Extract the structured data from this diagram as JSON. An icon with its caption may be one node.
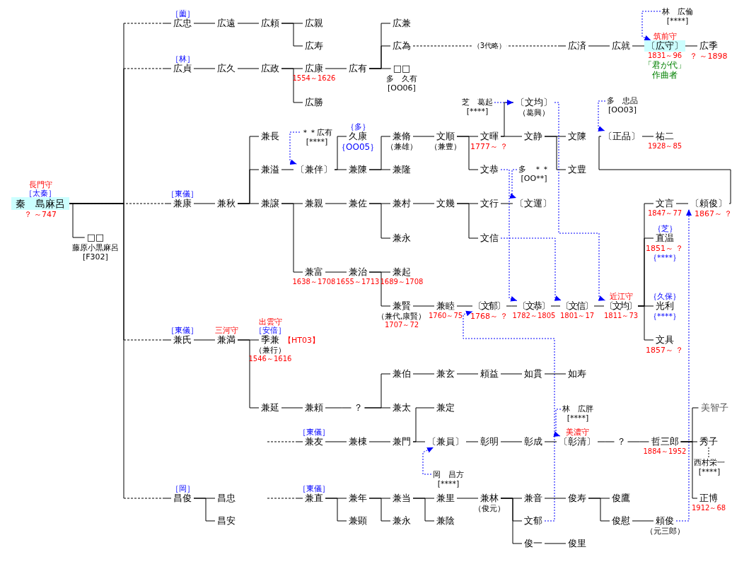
{
  "diagram": {
    "nodes": [
      {
        "text": [
          "秦　島麻呂"
        ],
        "beside": [
          "長門守",
          "［太秦］",
          "？ ～747"
        ]
      },
      {
        "text": [
          "□□"
        ],
        "beside": [
          "藤原小黒麻呂",
          "[F302]"
        ]
      },
      {
        "text": [
          "広忠"
        ],
        "beside": [
          "［薗］"
        ]
      },
      {
        "text": [
          "広遠"
        ]
      },
      {
        "text": [
          "広頼"
        ]
      },
      {
        "text": [
          "広親"
        ]
      },
      {
        "text": [
          "広寿"
        ]
      },
      {
        "text": [
          "広貞"
        ],
        "beside": [
          "［林］"
        ]
      },
      {
        "text": [
          "広久"
        ]
      },
      {
        "text": [
          "広政"
        ]
      },
      {
        "text": [
          "広康"
        ],
        "beside": [
          "1554～1626"
        ]
      },
      {
        "text": [
          "広勝"
        ]
      },
      {
        "text": [
          "広有"
        ]
      },
      {
        "text": [
          "広兼"
        ]
      },
      {
        "text": [
          "広為"
        ]
      },
      {
        "text": [
          "□□"
        ],
        "beside": [
          "多　久有",
          "[OO06]"
        ]
      },
      {
        "text": [
          "広済"
        ]
      },
      {
        "text": [
          "広就"
        ]
      },
      {
        "text": [
          "林　広倫",
          "[****]"
        ]
      },
      {
        "text": [
          "〔広守〕"
        ],
        "beside": [
          "筑前守",
          "1831～96",
          "「君が代」作曲者"
        ]
      },
      {
        "text": [
          "広季"
        ],
        "beside": [
          "？ ～1898"
        ]
      },
      {
        "text": [
          "兼康"
        ],
        "beside": [
          "［東儀］"
        ]
      },
      {
        "text": [
          "兼秋"
        ]
      },
      {
        "text": [
          "兼長"
        ]
      },
      {
        "text": [
          "兼溢"
        ]
      },
      {
        "text": [
          "兼譲"
        ]
      },
      {
        "text": [
          "＊＊広有",
          "[****]"
        ]
      },
      {
        "text": [
          "〔兼伴〕"
        ]
      },
      {
        "text": [
          "久康"
        ],
        "beside": [
          "｛多｝",
          "｛OO05｝"
        ]
      },
      {
        "text": [
          "兼陳"
        ]
      },
      {
        "text": [
          "兼脩"
        ],
        "beside": [
          "（兼雄）"
        ]
      },
      {
        "text": [
          "兼隆"
        ]
      },
      {
        "text": [
          "文順"
        ],
        "beside": [
          "（兼豊）"
        ]
      },
      {
        "text": [
          "文暉"
        ],
        "beside": [
          "1777～ ？"
        ]
      },
      {
        "text": [
          "文恭"
        ]
      },
      {
        "text": [
          "芝　葛起",
          "[****]"
        ]
      },
      {
        "text": [
          "〔文均〕"
        ],
        "beside": [
          "（葛興）"
        ]
      },
      {
        "text": [
          "文静"
        ]
      },
      {
        "text": [
          "文陳"
        ]
      },
      {
        "text": [
          "文豊"
        ]
      },
      {
        "text": [
          "多　忠品",
          "[OO03]"
        ]
      },
      {
        "text": [
          "〔正品〕"
        ]
      },
      {
        "text": [
          "祐二"
        ],
        "beside": [
          "1928～85"
        ]
      },
      {
        "text": [
          "多　＊＊",
          "[OO**]"
        ]
      },
      {
        "text": [
          "兼親"
        ]
      },
      {
        "text": [
          "兼佐"
        ]
      },
      {
        "text": [
          "兼村"
        ]
      },
      {
        "text": [
          "兼永"
        ]
      },
      {
        "text": [
          "文幾"
        ]
      },
      {
        "text": [
          "文行"
        ]
      },
      {
        "text": [
          "〔文運〕"
        ]
      },
      {
        "text": [
          "文信"
        ]
      },
      {
        "text": [
          "兼富"
        ],
        "beside": [
          "1638～1708"
        ]
      },
      {
        "text": [
          "兼治"
        ],
        "beside": [
          "1655～1713"
        ]
      },
      {
        "text": [
          "兼起"
        ],
        "beside": [
          "1689～1708"
        ]
      },
      {
        "text": [
          "兼賢"
        ],
        "beside": [
          "（兼代,康賢）",
          "1707～72"
        ]
      },
      {
        "text": [
          "兼睦"
        ],
        "beside": [
          "1760～75"
        ]
      },
      {
        "text": [
          "〔文郁〕"
        ],
        "beside": [
          "1768～ ？"
        ]
      },
      {
        "text": [
          "〔文恭〕"
        ],
        "beside": [
          "1782～1805"
        ]
      },
      {
        "text": [
          "〔文信〕"
        ],
        "beside": [
          "1801～17"
        ]
      },
      {
        "text": [
          "〔文均〕"
        ],
        "beside": [
          "近江守",
          "1811～73"
        ]
      },
      {
        "text": [
          "文言"
        ],
        "beside": [
          "1847～77"
        ]
      },
      {
        "text": [
          "〔頼俊〕"
        ],
        "beside": [
          "1867～ ？"
        ]
      },
      {
        "text": [
          "直温"
        ],
        "beside": [
          "｛芝｝",
          "1851～ ？",
          "｛****｝"
        ]
      },
      {
        "text": [
          "光利"
        ],
        "beside": [
          "｛久保｝",
          "｛****｝"
        ]
      },
      {
        "text": [
          "文具"
        ],
        "beside": [
          "1857～ ？"
        ]
      },
      {
        "text": [
          "兼氏"
        ],
        "beside": [
          "［東儀］"
        ]
      },
      {
        "text": [
          "兼満"
        ],
        "beside": [
          "三河守"
        ]
      },
      {
        "text": [
          "季兼"
        ],
        "beside": [
          "出雲守",
          "［安倍］",
          "【HT03】",
          "（兼行）",
          "1546～1616"
        ]
      },
      {
        "text": [
          "兼延"
        ]
      },
      {
        "text": [
          "兼頼"
        ]
      },
      {
        "text": [
          "？"
        ]
      },
      {
        "text": [
          "兼伯"
        ]
      },
      {
        "text": [
          "兼玄"
        ]
      },
      {
        "text": [
          "頼益"
        ]
      },
      {
        "text": [
          "如貫"
        ]
      },
      {
        "text": [
          "如寿"
        ]
      },
      {
        "text": [
          "兼太"
        ]
      },
      {
        "text": [
          "兼友"
        ],
        "beside": [
          "［東儀］"
        ]
      },
      {
        "text": [
          "兼棟"
        ]
      },
      {
        "text": [
          "兼門"
        ]
      },
      {
        "text": [
          "兼定"
        ]
      },
      {
        "text": [
          "〔兼員〕"
        ]
      },
      {
        "text": [
          "岡　昌方",
          "[****]"
        ]
      },
      {
        "text": [
          "彰明"
        ]
      },
      {
        "text": [
          "彰成"
        ]
      },
      {
        "text": [
          "林　広胖",
          "[****]"
        ]
      },
      {
        "text": [
          "〔彰清〕"
        ],
        "beside": [
          "美濃守"
        ]
      },
      {
        "text": [
          "？"
        ]
      },
      {
        "text": [
          "哲三郎"
        ],
        "beside": [
          "1884～1952"
        ]
      },
      {
        "text": [
          "美智子"
        ]
      },
      {
        "text": [
          "秀子"
        ]
      },
      {
        "text": [
          "西村栄一",
          "[****]"
        ]
      },
      {
        "text": [
          "正博"
        ],
        "beside": [
          "1912～68"
        ]
      },
      {
        "text": [
          "昌俊"
        ],
        "beside": [
          "［岡］"
        ]
      },
      {
        "text": [
          "昌忠"
        ]
      },
      {
        "text": [
          "昌安"
        ]
      },
      {
        "text": [
          "兼直"
        ],
        "beside": [
          "［東儀］"
        ]
      },
      {
        "text": [
          "兼年"
        ]
      },
      {
        "text": [
          "兼顕"
        ]
      },
      {
        "text": [
          "兼当"
        ]
      },
      {
        "text": [
          "兼永"
        ]
      },
      {
        "text": [
          "兼里"
        ]
      },
      {
        "text": [
          "兼陰"
        ]
      },
      {
        "text": [
          "兼林"
        ],
        "beside": [
          "（俊元）"
        ]
      },
      {
        "text": [
          "兼音"
        ]
      },
      {
        "text": [
          "文郁"
        ]
      },
      {
        "text": [
          "俊一"
        ]
      },
      {
        "text": [
          "俊寿"
        ]
      },
      {
        "text": [
          "俊里"
        ]
      },
      {
        "text": [
          "俊鷹"
        ]
      },
      {
        "text": [
          "俊慰"
        ]
      },
      {
        "text": [
          "頼俊"
        ],
        "beside": [
          "（元三郎）"
        ]
      }
    ],
    "edges": [
      {
        "from": 0,
        "to": 1,
        "arrow": "none"
      },
      {
        "from": 0,
        "to": 2,
        "arrow": "none",
        "style": "dashed"
      },
      {
        "from": 0,
        "to": 7,
        "arrow": "none",
        "style": "dashed"
      },
      {
        "from": 0,
        "to": 21,
        "arrow": "none",
        "style": "dashed"
      },
      {
        "from": 0,
        "to": 66,
        "arrow": "none",
        "style": "dashed"
      },
      {
        "from": 0,
        "to": 94,
        "arrow": "none",
        "style": "dashed"
      },
      {
        "from": 2,
        "to": 3,
        "arrow": "none"
      },
      {
        "from": 3,
        "to": 4,
        "arrow": "none"
      },
      {
        "from": 4,
        "to": 5,
        "arrow": "none"
      },
      {
        "from": 4,
        "to": 6,
        "arrow": "none"
      },
      {
        "from": 7,
        "to": 8,
        "arrow": "none"
      },
      {
        "from": 8,
        "to": 9,
        "arrow": "none"
      },
      {
        "from": 9,
        "to": 10,
        "arrow": "none"
      },
      {
        "from": 9,
        "to": 11,
        "arrow": "none"
      },
      {
        "from": 10,
        "to": 12,
        "arrow": "none"
      },
      {
        "from": 12,
        "to": 13,
        "arrow": "none"
      },
      {
        "from": 12,
        "to": 14,
        "arrow": "none"
      },
      {
        "from": 12,
        "to": 15,
        "arrow": "none"
      },
      {
        "from": 14,
        "to": 16,
        "arrow": "none",
        "style": "dashed",
        "label": "（3代略）"
      },
      {
        "from": 16,
        "to": 17,
        "arrow": "none"
      },
      {
        "from": 17,
        "to": 19,
        "arrow": "none"
      },
      {
        "from": 19,
        "to": 20,
        "arrow": "none"
      },
      {
        "from": 18,
        "to": 19,
        "arrow": "to",
        "style": "dashed",
        "color": "#0000ff"
      },
      {
        "from": 21,
        "to": 22,
        "arrow": "none"
      },
      {
        "from": 22,
        "to": 23,
        "arrow": "none"
      },
      {
        "from": 22,
        "to": 24,
        "arrow": "none"
      },
      {
        "from": 22,
        "to": 25,
        "arrow": "none"
      },
      {
        "from": 24,
        "to": 27,
        "arrow": "none"
      },
      {
        "from": 26,
        "to": 27,
        "arrow": "to",
        "style": "dashed",
        "color": "#0000ff"
      },
      {
        "from": 27,
        "to": 28,
        "arrow": "none"
      },
      {
        "from": 27,
        "to": 29,
        "arrow": "none"
      },
      {
        "from": 29,
        "to": 30,
        "arrow": "none"
      },
      {
        "from": 29,
        "to": 31,
        "arrow": "none"
      },
      {
        "from": 30,
        "to": 32,
        "arrow": "none"
      },
      {
        "from": 32,
        "to": 33,
        "arrow": "none"
      },
      {
        "from": 32,
        "to": 34,
        "arrow": "none"
      },
      {
        "from": 33,
        "to": 36,
        "arrow": "none"
      },
      {
        "from": 33,
        "to": 37,
        "arrow": "none"
      },
      {
        "from": 35,
        "to": 36,
        "arrow": "to",
        "style": "dashed",
        "color": "#0000ff"
      },
      {
        "from": 37,
        "to": 38,
        "arrow": "none"
      },
      {
        "from": 37,
        "to": 39,
        "arrow": "none"
      },
      {
        "from": 40,
        "to": 41,
        "arrow": "to",
        "style": "dashed",
        "color": "#0000ff"
      },
      {
        "from": 41,
        "to": 42,
        "arrow": "none"
      },
      {
        "from": 62,
        "to": 41,
        "arrow": "none"
      },
      {
        "from": 25,
        "to": 44,
        "arrow": "none"
      },
      {
        "from": 25,
        "to": 52,
        "arrow": "none"
      },
      {
        "from": 44,
        "to": 45,
        "arrow": "none"
      },
      {
        "from": 45,
        "to": 46,
        "arrow": "none"
      },
      {
        "from": 45,
        "to": 47,
        "arrow": "none"
      },
      {
        "from": 46,
        "to": 48,
        "arrow": "none"
      },
      {
        "from": 48,
        "to": 49,
        "arrow": "none"
      },
      {
        "from": 48,
        "to": 51,
        "arrow": "none"
      },
      {
        "from": 49,
        "to": 50,
        "arrow": "none"
      },
      {
        "from": 43,
        "to": 50,
        "arrow": "to",
        "style": "dashed",
        "color": "#0000ff"
      },
      {
        "from": 52,
        "to": 53,
        "arrow": "none"
      },
      {
        "from": 53,
        "to": 54,
        "arrow": "none"
      },
      {
        "from": 53,
        "to": 55,
        "arrow": "none"
      },
      {
        "from": 55,
        "to": 56,
        "arrow": "none"
      },
      {
        "from": 56,
        "to": 57,
        "arrow": "none"
      },
      {
        "from": 57,
        "to": 58,
        "arrow": "none"
      },
      {
        "from": 58,
        "to": 59,
        "arrow": "none"
      },
      {
        "from": 59,
        "to": 60,
        "arrow": "none"
      },
      {
        "from": 60,
        "to": 61,
        "arrow": "none"
      },
      {
        "from": 60,
        "to": 63,
        "arrow": "none"
      },
      {
        "from": 60,
        "to": 64,
        "arrow": "none"
      },
      {
        "from": 60,
        "to": 65,
        "arrow": "none"
      },
      {
        "from": 61,
        "to": 62,
        "arrow": "none"
      },
      {
        "from": 34,
        "to": 58,
        "arrow": "to",
        "style": "dashed",
        "color": "#0000ff"
      },
      {
        "from": 51,
        "to": 59,
        "arrow": "to",
        "style": "dashed",
        "color": "#0000ff"
      },
      {
        "from": 36,
        "to": 60,
        "arrow": "to",
        "style": "dashed",
        "color": "#0000ff"
      },
      {
        "from": 106,
        "to": 57,
        "arrow": "to",
        "style": "dashed",
        "color": "#0000ff"
      },
      {
        "from": 112,
        "to": 62,
        "arrow": "to",
        "style": "dashed",
        "color": "#0000ff"
      },
      {
        "from": 66,
        "to": 67,
        "arrow": "none"
      },
      {
        "from": 67,
        "to": 68,
        "arrow": "none"
      },
      {
        "from": 67,
        "to": 69,
        "arrow": "none"
      },
      {
        "from": 69,
        "to": 70,
        "arrow": "none"
      },
      {
        "from": 70,
        "to": 71,
        "arrow": "none"
      },
      {
        "from": 71,
        "to": 72,
        "arrow": "none"
      },
      {
        "from": 71,
        "to": 77,
        "arrow": "none"
      },
      {
        "from": 72,
        "to": 73,
        "arrow": "none"
      },
      {
        "from": 73,
        "to": 74,
        "arrow": "none"
      },
      {
        "from": 74,
        "to": 75,
        "arrow": "none"
      },
      {
        "from": 75,
        "to": 76,
        "arrow": "none"
      },
      {
        "from": null,
        "to": 78,
        "arrow": "none",
        "style": "dashed"
      },
      {
        "from": 78,
        "to": 79,
        "arrow": "none"
      },
      {
        "from": 79,
        "to": 80,
        "arrow": "none"
      },
      {
        "from": 80,
        "to": 81,
        "arrow": "none"
      },
      {
        "from": 80,
        "to": 82,
        "arrow": "none"
      },
      {
        "from": 83,
        "to": 82,
        "arrow": "to",
        "style": "dashed",
        "color": "#0000ff"
      },
      {
        "from": 82,
        "to": 84,
        "arrow": "none"
      },
      {
        "from": 84,
        "to": 85,
        "arrow": "none"
      },
      {
        "from": 85,
        "to": 87,
        "arrow": "none"
      },
      {
        "from": 86,
        "to": 87,
        "arrow": "to",
        "style": "dashed",
        "color": "#0000ff"
      },
      {
        "from": 87,
        "to": 88,
        "arrow": "none"
      },
      {
        "from": 88,
        "to": 89,
        "arrow": "none"
      },
      {
        "from": 89,
        "to": 90,
        "arrow": "none"
      },
      {
        "from": 89,
        "to": 91,
        "arrow": "none"
      },
      {
        "from": 89,
        "to": 93,
        "arrow": "none"
      },
      {
        "from": 91,
        "to": 92,
        "arrow": "none",
        "style": "dashed"
      },
      {
        "from": 94,
        "to": 95,
        "arrow": "none"
      },
      {
        "from": 94,
        "to": 96,
        "arrow": "none"
      },
      {
        "from": null,
        "to": 97,
        "arrow": "none",
        "style": "dashed"
      },
      {
        "from": 97,
        "to": 98,
        "arrow": "none"
      },
      {
        "from": 97,
        "to": 99,
        "arrow": "none"
      },
      {
        "from": 98,
        "to": 100,
        "arrow": "none"
      },
      {
        "from": 98,
        "to": 101,
        "arrow": "none"
      },
      {
        "from": 100,
        "to": 102,
        "arrow": "none"
      },
      {
        "from": 100,
        "to": 103,
        "arrow": "none"
      },
      {
        "from": 102,
        "to": 104,
        "arrow": "none"
      },
      {
        "from": 104,
        "to": 105,
        "arrow": "none"
      },
      {
        "from": 104,
        "to": 106,
        "arrow": "none"
      },
      {
        "from": 104,
        "to": 107,
        "arrow": "none"
      },
      {
        "from": 105,
        "to": 108,
        "arrow": "none"
      },
      {
        "from": 107,
        "to": 109,
        "arrow": "none"
      },
      {
        "from": 108,
        "to": 110,
        "arrow": "none"
      },
      {
        "from": 108,
        "to": 111,
        "arrow": "none"
      },
      {
        "from": 111,
        "to": 112,
        "arrow": "none"
      }
    ]
  }
}
